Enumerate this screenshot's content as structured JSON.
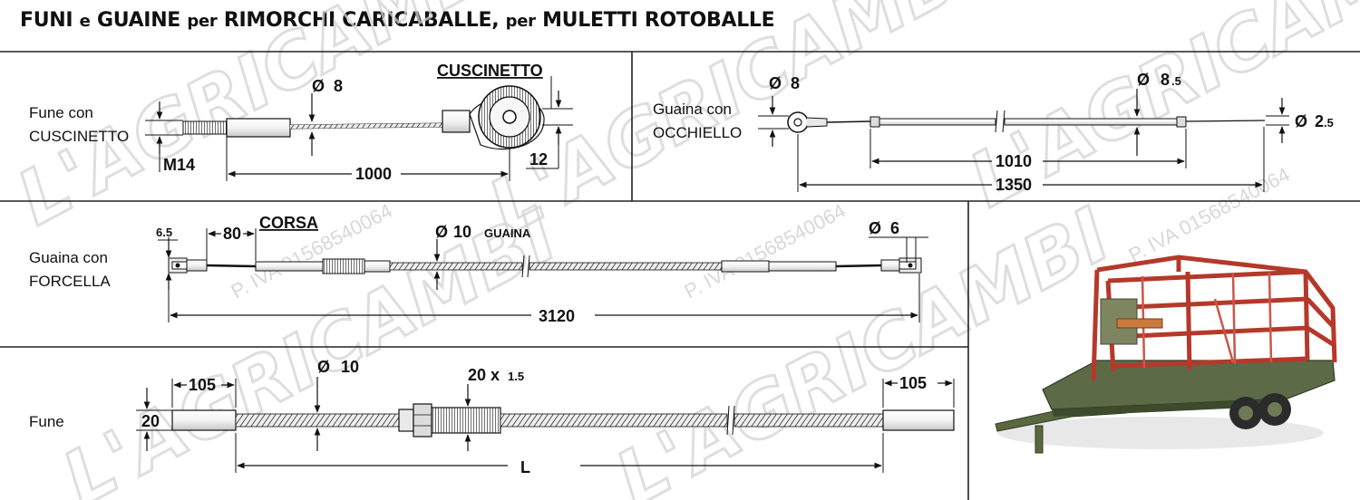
{
  "title": {
    "part1": "FUNI",
    "part2": "e",
    "part3": "GUAINE",
    "part4": "per",
    "part5": "RIMORCHI CARICABALLE,",
    "part6": "per",
    "part7": "MULETTI ROTOBALLE"
  },
  "watermark": {
    "brand": "L'AGRICAMBI",
    "vat": "P. IVA 01568540064"
  },
  "panels": {
    "fune_cuscinetto": {
      "label_line1": "Fune con",
      "label_line2": "CUSCINETTO",
      "bearing_label": "CUSCINETTO",
      "diameter_symbol": "Ø",
      "diameter": "8",
      "thread": "M14",
      "length": "1000",
      "bearing_size": "12"
    },
    "guaina_occhiello": {
      "label_line1": "Guaina con",
      "label_line2": "OCCHIELLO",
      "diameter_symbol": "Ø",
      "eye_diameter": "8",
      "sheath_diameter": "8",
      "sheath_diameter_decimal": ".5",
      "cable_diameter": "2",
      "cable_diameter_decimal": ".5",
      "sheath_length": "1010",
      "total_length": "1350"
    },
    "guaina_forcella": {
      "label_line1": "Guaina con",
      "label_line2": "FORCELLA",
      "fork_size": "6.5",
      "stroke_length": "80",
      "stroke_label": "CORSA",
      "diameter_symbol": "Ø",
      "sheath_diameter": "10",
      "sheath_label": "GUAINA",
      "pin_diameter": "6",
      "total_length": "3120"
    },
    "fune": {
      "label": "Fune",
      "end_length_left": "105",
      "end_length_right": "105",
      "diameter_symbol": "Ø",
      "cable_diameter": "10",
      "end_diameter": "20",
      "thread": "20 x",
      "thread_pitch": "1.5",
      "length": "L"
    }
  },
  "colors": {
    "frame_red": "#b5392a",
    "chassis_green": "#4e5e3c",
    "line": "#111111",
    "watermark": "#d4d4d4"
  }
}
